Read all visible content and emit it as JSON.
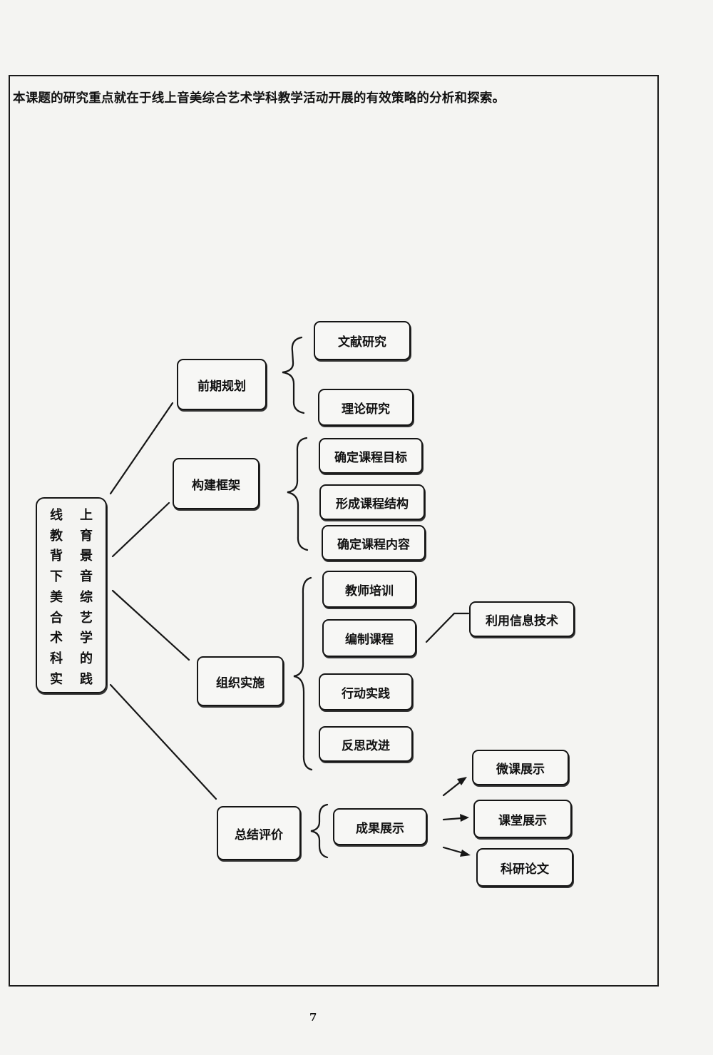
{
  "document": {
    "intro_text": "本课题的研究重点就在于线上音美综合艺术学科教学活动开展的有效策略的分析和探索。",
    "page_number": "7"
  },
  "diagram": {
    "root": {
      "col1": [
        "线",
        "教",
        "背",
        "下",
        "美",
        "合",
        "术",
        "科",
        "实"
      ],
      "col2": [
        "上",
        "育",
        "景",
        "音",
        "综",
        "艺",
        "学",
        "的",
        "践"
      ]
    },
    "phases": [
      {
        "label": "前期规划",
        "children": [
          "文献研究",
          "理论研究"
        ]
      },
      {
        "label": "构建框架",
        "children": [
          "确定课程目标",
          "形成课程结构",
          "确定课程内容"
        ]
      },
      {
        "label": "组织实施",
        "children": [
          "教师培训",
          "编制课程",
          "行动实践",
          "反思改进"
        ],
        "extra": "利用信息技术"
      },
      {
        "label": "总结评价",
        "children": [
          "成果展示"
        ],
        "outcomes": [
          "微课展示",
          "课堂展示",
          "科研论文"
        ]
      }
    ]
  }
}
